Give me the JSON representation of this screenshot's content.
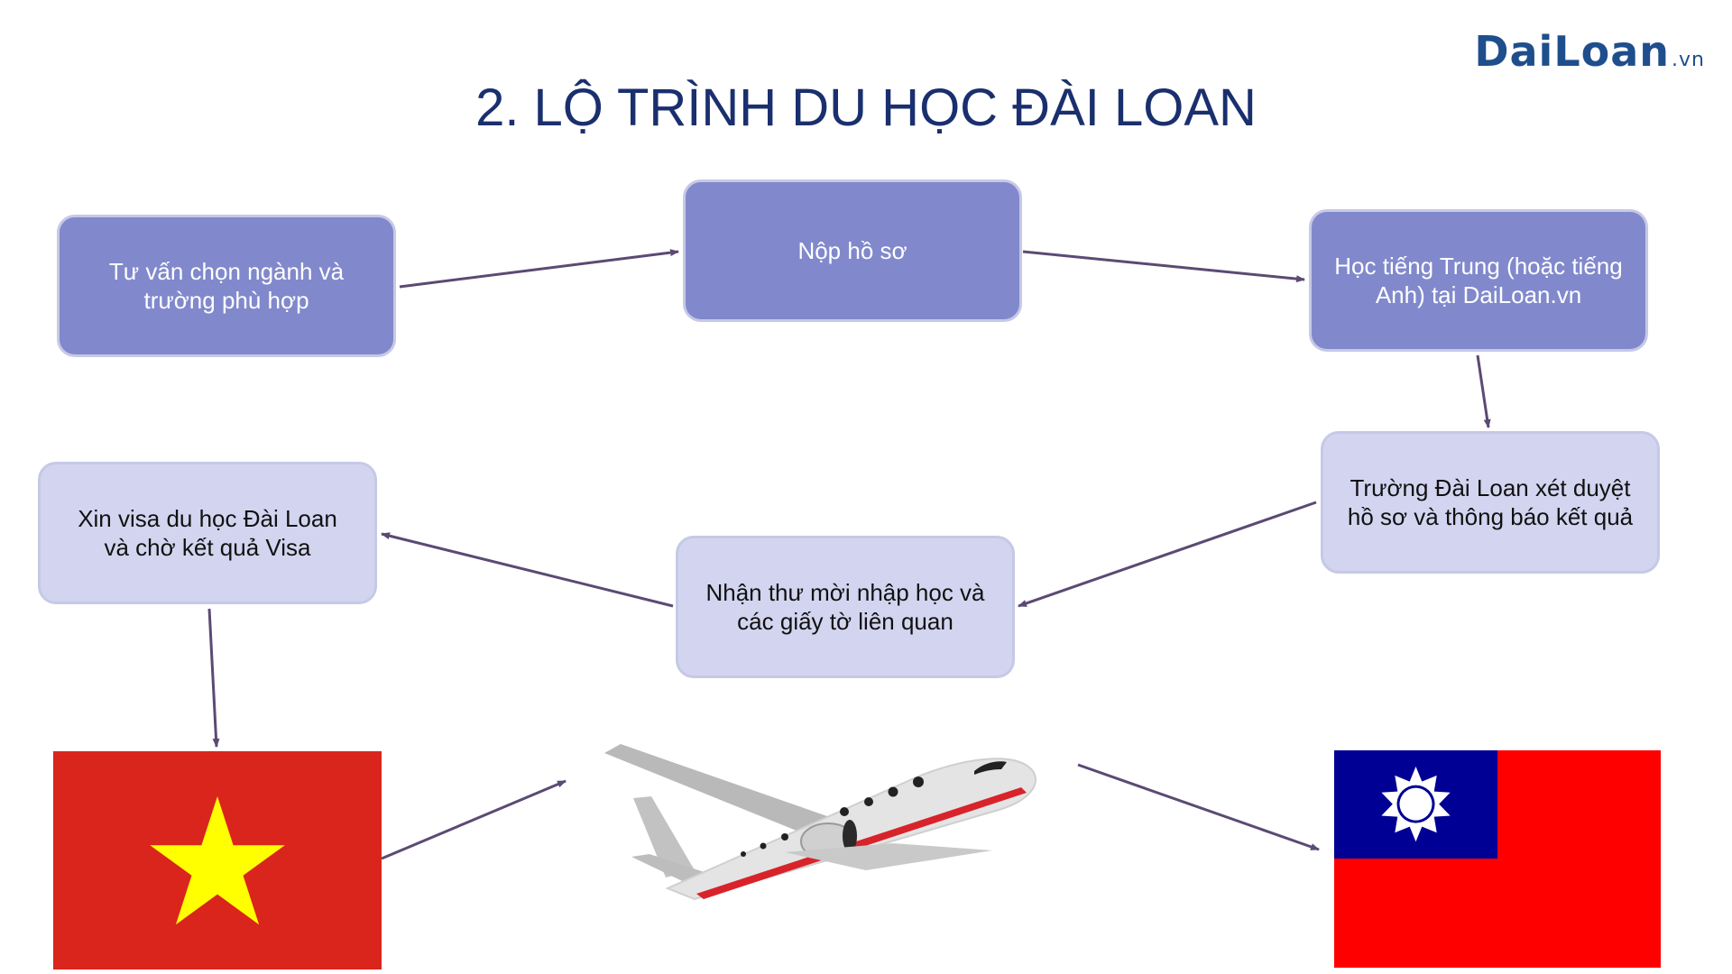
{
  "logo": {
    "brand": "DaiLoan",
    "tld": ".vn"
  },
  "title": "2. LỘ TRÌNH DU HỌC ĐÀI LOAN",
  "steps": {
    "consult": "Tư vấn chọn ngành và trường phù hợp",
    "submit": "Nộp hồ sơ",
    "language": "Học tiếng Trung (hoặc tiếng Anh) tại DaiLoan.vn",
    "review": "Trường Đài Loan xét duyệt hồ sơ và thông báo kết quả",
    "admission": "Nhận thư mời nhập học và các giấy tờ liên quan",
    "visa": "Xin visa du học Đài Loan và chờ kết quả Visa"
  },
  "colors": {
    "title": "#1a2f6e",
    "dark_box": "#8189cc",
    "light_box": "#d3d5f0",
    "arrow": "#5b4a73",
    "vietnam_red": "#da251d",
    "vietnam_star": "#ffff00",
    "taiwan_red": "#fe0000",
    "taiwan_blue": "#000095"
  },
  "icons": [
    "vietnam-flag",
    "airplane",
    "taiwan-flag"
  ]
}
